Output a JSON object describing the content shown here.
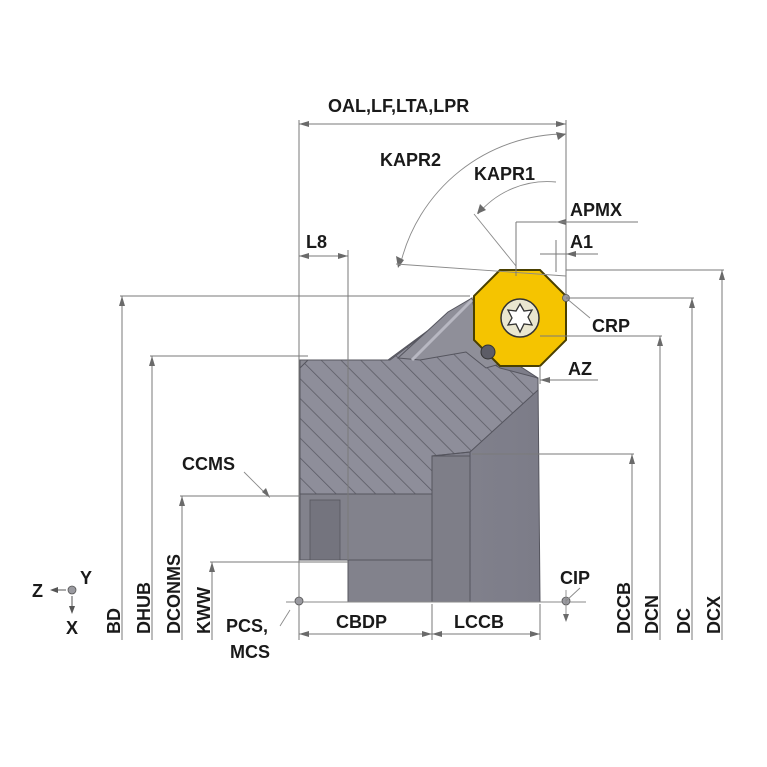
{
  "labels": {
    "oal": "OAL,LF,LTA,LPR",
    "kapr2": "KAPR2",
    "kapr1": "KAPR1",
    "apmx": "APMX",
    "l8": "L8",
    "a1": "A1",
    "crp": "CRP",
    "az": "AZ",
    "ccms": "CCMS",
    "cip": "CIP",
    "pcs": "PCS,",
    "mcs": "MCS",
    "cbdp": "CBDP",
    "lccb": "LCCB",
    "bd": "BD",
    "dhub": "DHUB",
    "dconms": "DCONMS",
    "kww": "KWW",
    "dccb": "DCCB",
    "dcn": "DCN",
    "dc": "DC",
    "dcx": "DCX"
  },
  "axes": {
    "z": "Z",
    "y": "Y",
    "x": "X"
  },
  "colors": {
    "body": "#8a8a96",
    "body_dark": "#6e6e78",
    "hatch_fill": "#9a9aa4",
    "insert": "#f5c400",
    "insert_edge": "#6a5a00",
    "dimension": "#7a7a7a",
    "text": "#1a1a1a"
  }
}
